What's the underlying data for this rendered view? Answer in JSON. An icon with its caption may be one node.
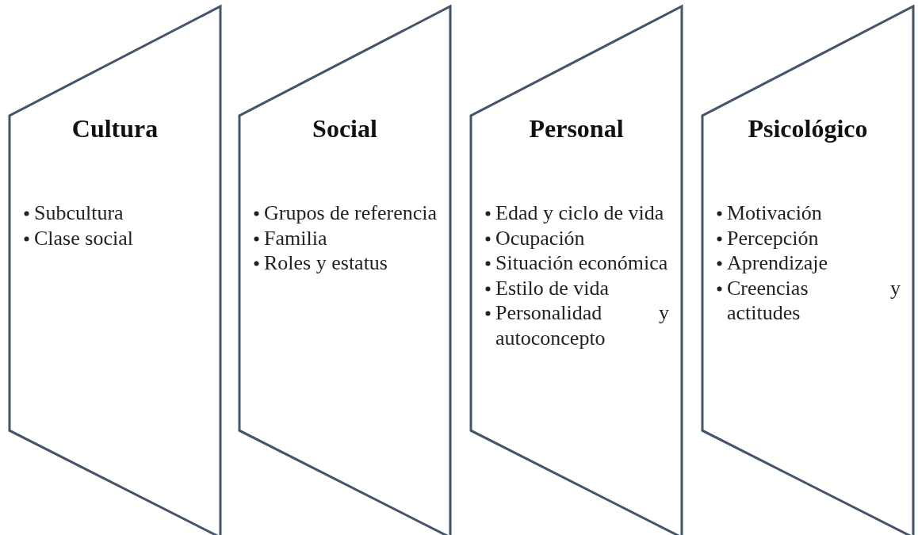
{
  "diagram": {
    "nodes": [
      {
        "text": [
          "Cultura",
          "Subcultura",
          "Clase social"
        ]
      },
      {
        "text": [
          "Social",
          "Grupos de referencia",
          "Familia",
          "Roles y estatus"
        ]
      },
      {
        "text": [
          "Personal",
          "Edad y ciclo de vida",
          "Ocupación",
          "Situación económica",
          "Estilo de vida",
          "Personalidad y autoconcepto"
        ]
      },
      {
        "text": [
          "Psicológico",
          "Motivación",
          "Percepción",
          "Aprendizaje",
          "Creencias y actitudes"
        ]
      }
    ]
  }
}
